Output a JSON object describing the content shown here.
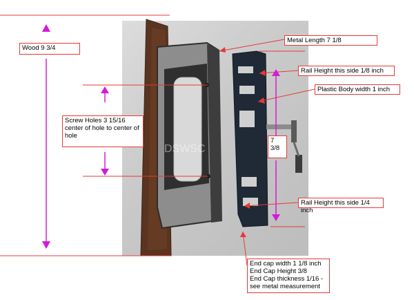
{
  "labels": {
    "wood": "Wood 9 3/4",
    "screw": "Screw Holes 3 15/16 center of hole to center of hole",
    "metal_length": "Metal Length 7 1/8",
    "rail_top": "Rail Height this side 1/8 inch",
    "plastic_body": "Plastic Body width 1 inch",
    "seven": "7 3/8",
    "rail_bottom": "Rail Height this side 1/4 inch",
    "endcap_1": "End cap width 1 1/8 inch",
    "endcap_2": "End Cap Height  3/8",
    "endcap_3": "End Cap thickness 1/16 - see metal measurement"
  },
  "watermark": "DSWSC",
  "colors": {
    "annotation_red": "#e53935",
    "dimension_magenta": "#d21bd9",
    "wood": "#5a3420",
    "metal": "#3a3a3a",
    "plastic": "#1f2a36"
  }
}
